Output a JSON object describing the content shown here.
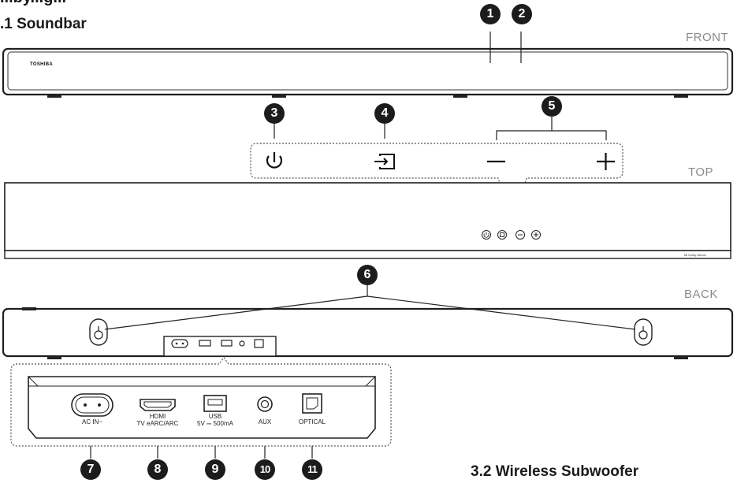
{
  "section": {
    "heading": "...by...g...",
    "subheading": ".1  Soundbar",
    "next_heading": "3.2  Wireless Subwoofer"
  },
  "views": {
    "front": "FRONT",
    "top": "TOP",
    "back": "BACK"
  },
  "brand": "TOSHIBA",
  "top_badge": "Mi Dolby Atmos",
  "callouts": [
    "1",
    "2",
    "3",
    "4",
    "5",
    "6",
    "7",
    "8",
    "9",
    "10",
    "11"
  ],
  "top_controls": [
    {
      "name": "power",
      "icon": "power-icon"
    },
    {
      "name": "source",
      "icon": "input-source-icon"
    },
    {
      "name": "volume-down",
      "icon": "minus-icon"
    },
    {
      "name": "volume-up",
      "icon": "plus-icon"
    }
  ],
  "ports": {
    "ac_in": "AC IN~",
    "hdmi_line1": "HDMI",
    "hdmi_line2": "TV eARC/ARC",
    "usb_line1": "USB",
    "usb_line2": "5V ⎓ 500mA",
    "aux": "AUX",
    "optical": "OPTICAL"
  }
}
